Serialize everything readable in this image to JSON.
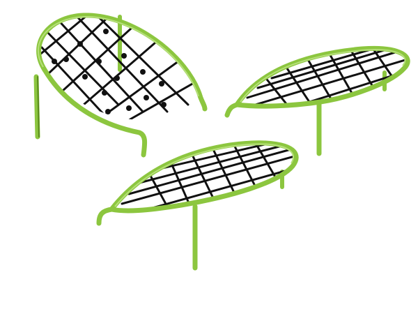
{
  "scene": {
    "colors": {
      "background": "#ffffff",
      "frame": "#8cc63f",
      "frame_shade": "#5a8a1e",
      "frame_light": "#b6e07a",
      "rope": "#111111",
      "rope_clip": "#d8d8d8"
    },
    "objects": [
      "tall-tilted-net",
      "right-low-net",
      "front-low-net"
    ]
  }
}
